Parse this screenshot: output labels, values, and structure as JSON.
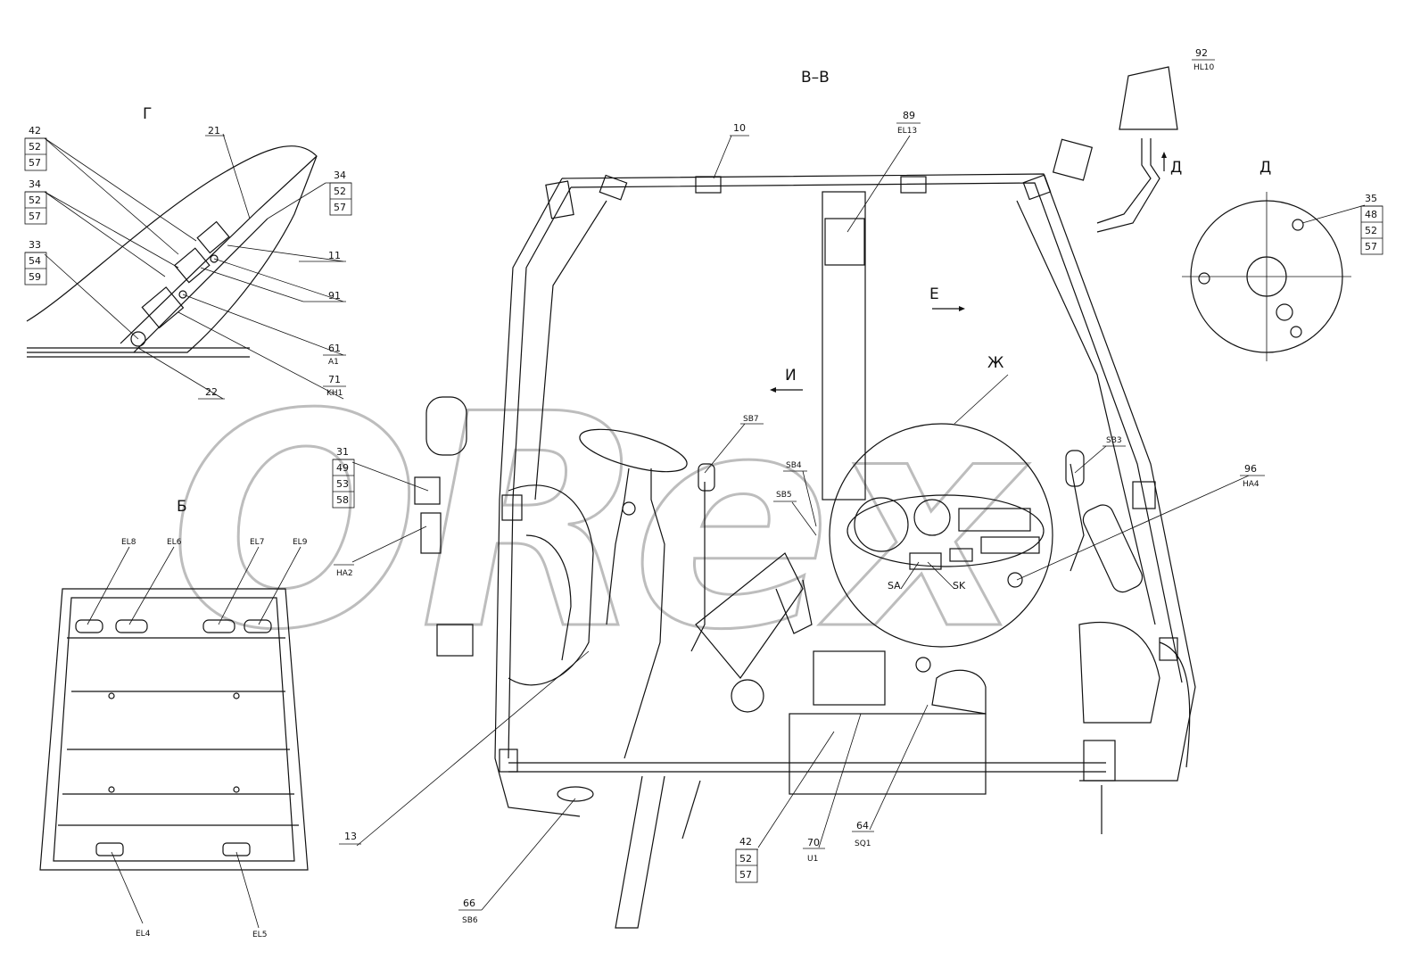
{
  "watermark": "ORex",
  "views": {
    "bb": "B–B",
    "g": "Г",
    "b": "Б",
    "d": "Д",
    "d_arrow": "Д",
    "e_arrow": "Е",
    "i_arrow": "И",
    "zh": "Ж"
  },
  "labels": {
    "l10": "10",
    "l89": "89",
    "el13": "EL13",
    "l92": "92",
    "hl10": "HL10",
    "l21": "21",
    "l11": "11",
    "l91": "91",
    "l61": "61",
    "a1": "A1",
    "l71": "71",
    "kh1": "KH1",
    "l22": "22",
    "sb7": "SB7",
    "sb4": "SB4",
    "sb5": "SB5",
    "sb3": "SB3",
    "l96": "96",
    "ha4": "HA4",
    "sa": "SA",
    "sk": "SK",
    "ha2": "HA2",
    "el8": "EL8",
    "el6": "EL6",
    "el7": "EL7",
    "el9": "EL9",
    "el4": "EL4",
    "el5": "EL5",
    "l13": "13",
    "l66": "66",
    "sb6": "SB6",
    "l70": "70",
    "u1": "U1",
    "l64": "64",
    "sq1": "SQ1"
  },
  "stacks": {
    "s42a": [
      "42",
      "52",
      "57"
    ],
    "s34a": [
      "34",
      "52",
      "57"
    ],
    "s34b": [
      "34",
      "52",
      "57"
    ],
    "s33": [
      "33",
      "54",
      "59"
    ],
    "s35": [
      "35",
      "48",
      "52",
      "57"
    ],
    "s31": [
      "31",
      "49",
      "53",
      "58"
    ],
    "s42b": [
      "42",
      "52",
      "57"
    ]
  }
}
